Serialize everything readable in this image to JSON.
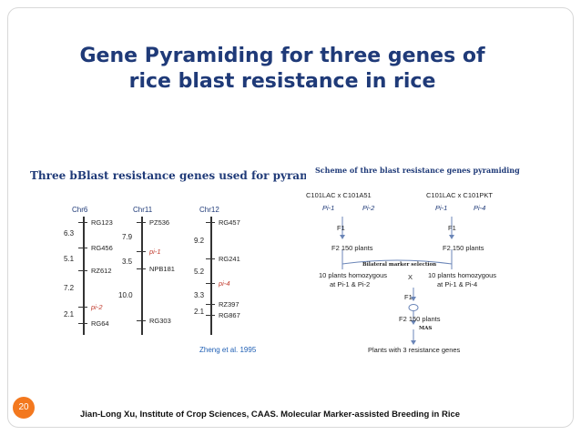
{
  "title_line1": "Gene Pyramiding for three genes of",
  "title_line2": "rice blast resistance in rice",
  "left_panel": {
    "title": "Three bBlast resistance genes used for pyramiding",
    "citation": "Zheng et al. 1995",
    "chromosomes": [
      {
        "name": "Chr6",
        "markers": [
          "RG123",
          "RG456",
          "RZ612",
          "pi-2",
          "RG64"
        ],
        "distances": [
          "6.3",
          "5.1",
          "7.2",
          "2.1"
        ],
        "gene": "pi-2"
      },
      {
        "name": "Chr11",
        "markers": [
          "PZ536",
          "pi-1",
          "NPB181",
          "RG303"
        ],
        "distances": [
          "7.9",
          "3.5",
          "10.0"
        ],
        "gene": "pi-1"
      },
      {
        "name": "Chr12",
        "markers": [
          "RG457",
          "RG241",
          "pi-4",
          "RZ397",
          "RG867"
        ],
        "distances": [
          "9.2",
          "5.2",
          "3.3",
          "2.1"
        ],
        "gene": "pi-4"
      }
    ]
  },
  "scheme": {
    "title": "Scheme of thre blast resistance genes pyramiding",
    "cross1": "C101LAC x C101A51",
    "cross1_genes": [
      "Pi-1",
      "Pi-2"
    ],
    "cross2": "C101LAC x C101PKT",
    "cross2_genes": [
      "Pi-1",
      "Pi-4"
    ],
    "f1": "F1",
    "f2_left": "F2 150 plants",
    "f2_right": "F2 150 plants",
    "bilateral": "Bilateral marker selection",
    "homo_left_1": "10 plants homozygous",
    "homo_left_2": "at Pi-1 & Pi-2",
    "cross_x": "X",
    "homo_right_1": "10 plants homozygous",
    "homo_right_2": "at Pi-1 & Pi-4",
    "f1_center": "F1",
    "f2_center": "F2 150 plants",
    "mas": "MAS",
    "result": "Plants with 3 resistance genes"
  },
  "page_number": "20",
  "footer": "Jian-Long Xu, Institute of Crop Sciences, CAAS. Molecular Marker-assisted Breeding in Rice",
  "colors": {
    "title": "#1f3a78",
    "accent": "#f3781e",
    "gene": "#c0392b"
  }
}
